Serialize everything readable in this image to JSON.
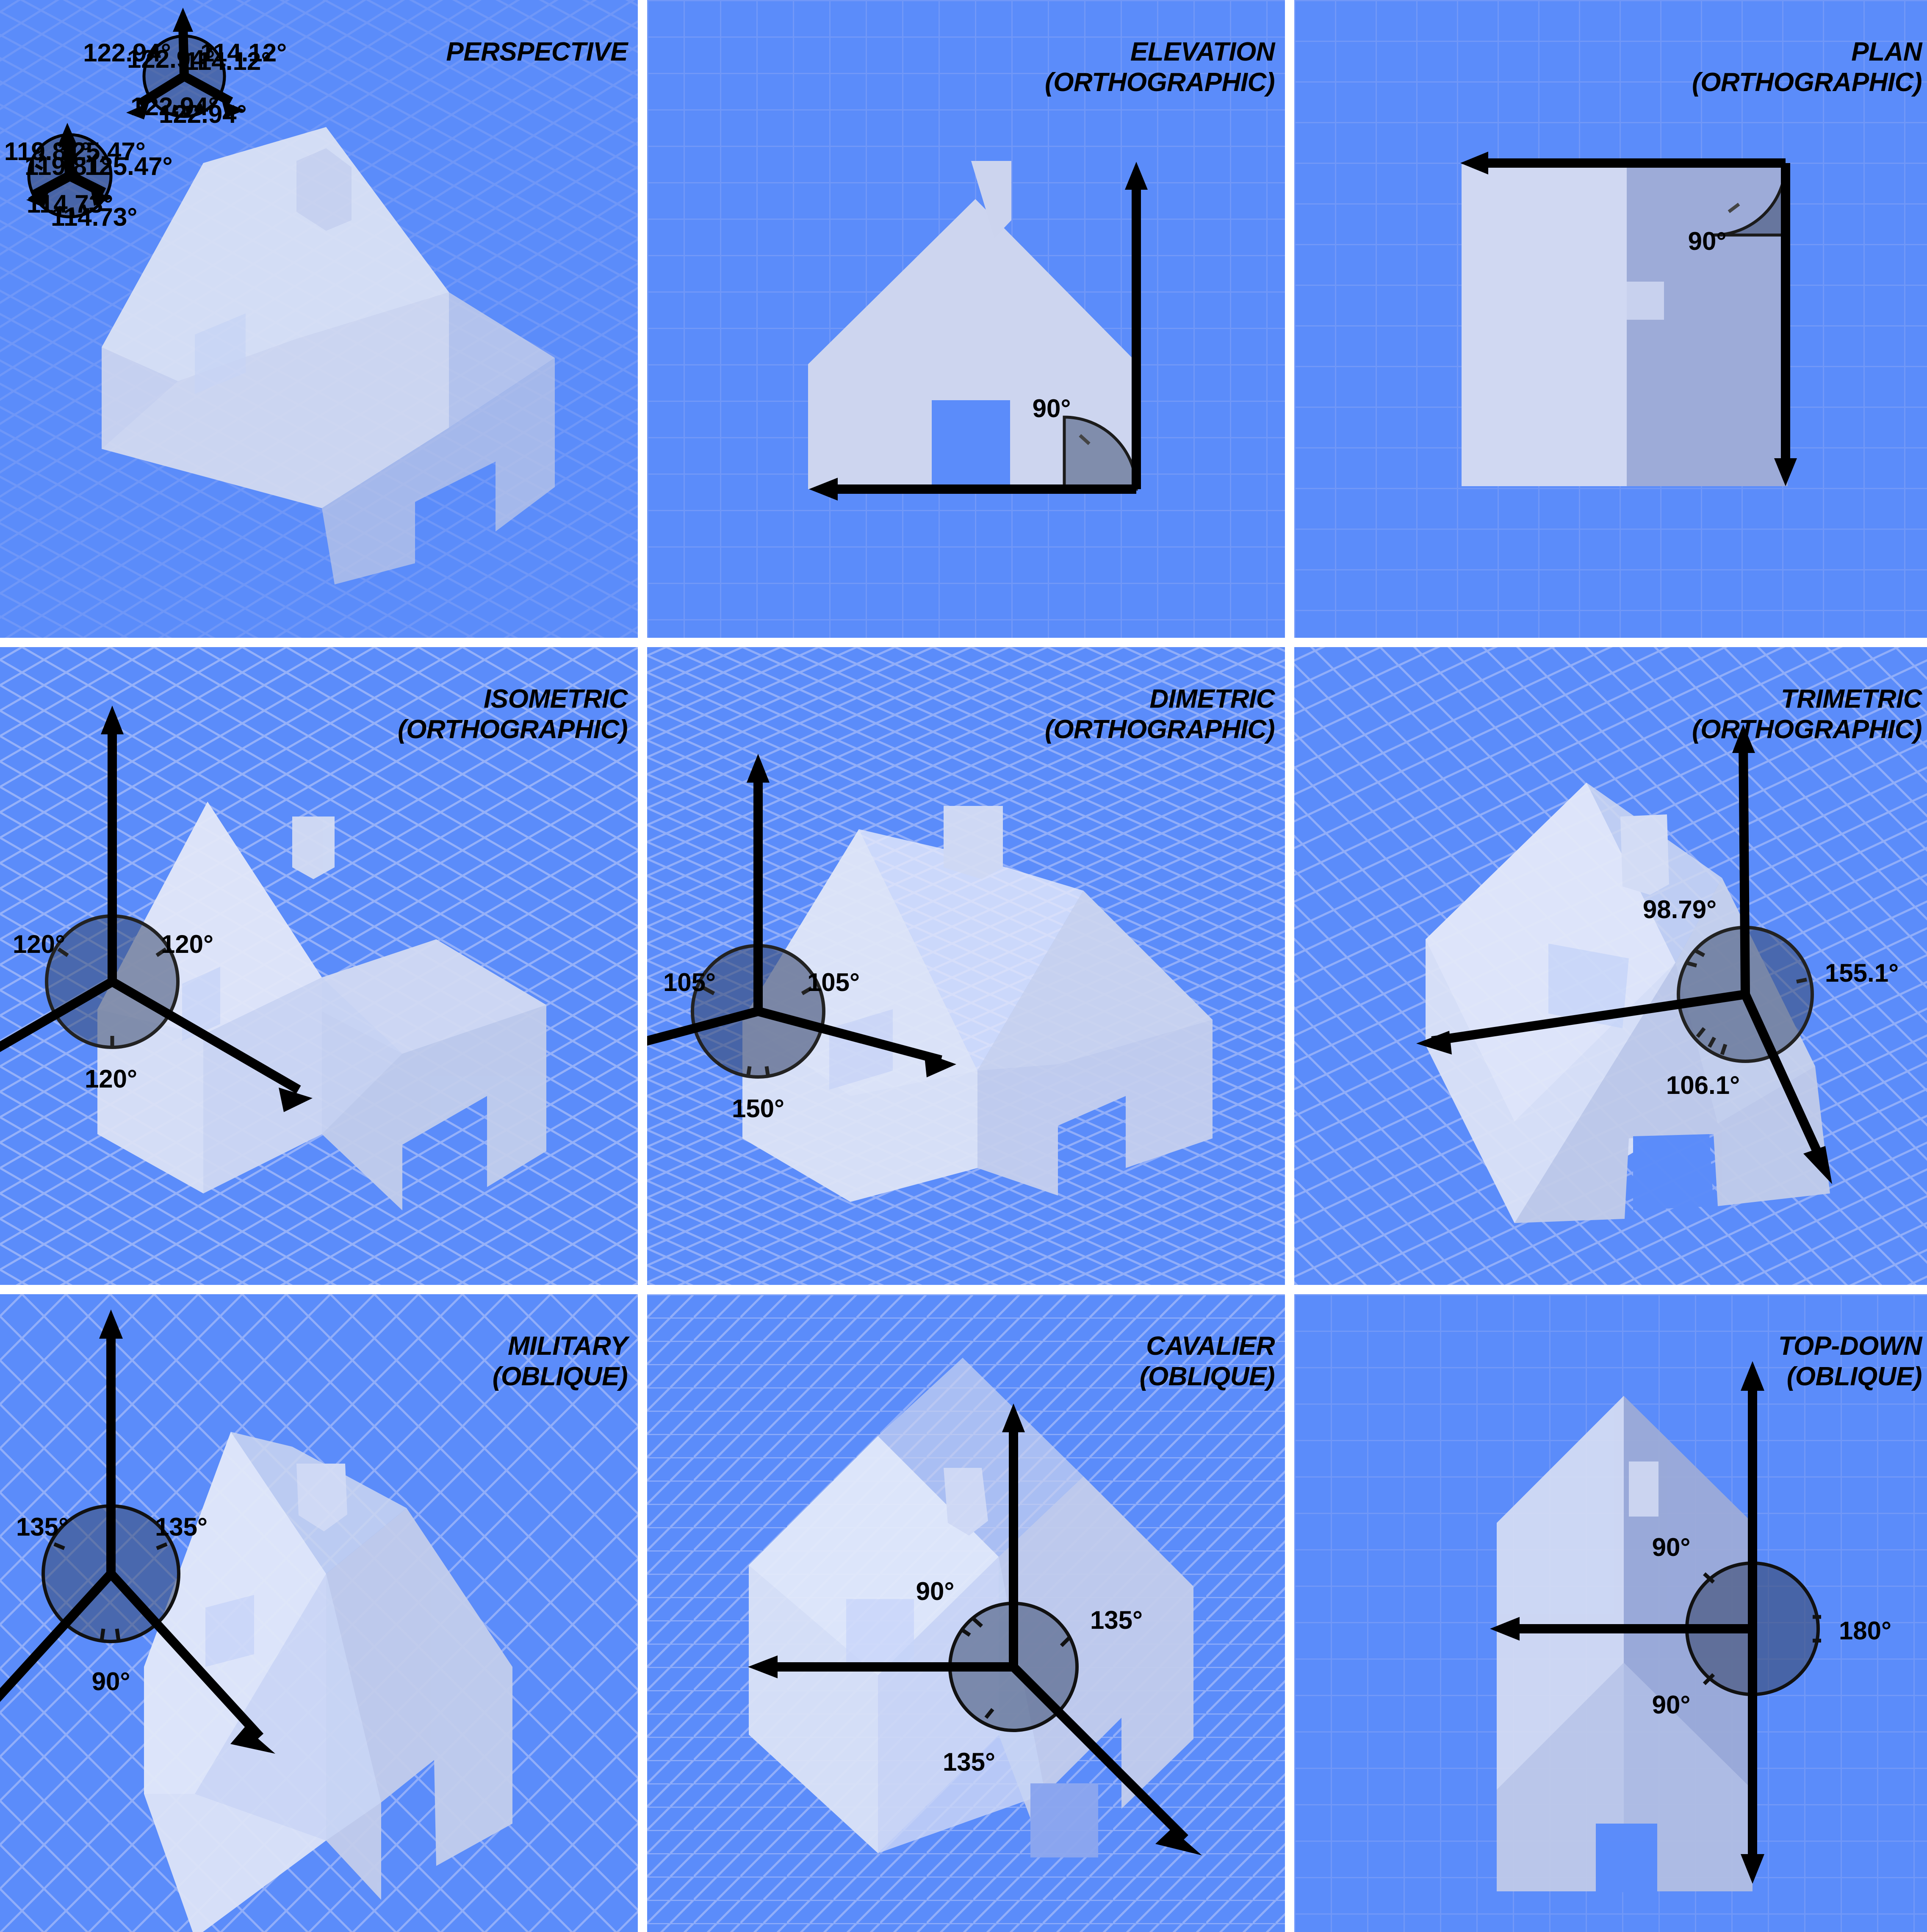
{
  "figure": {
    "kind": "projection-comparison-grid",
    "background_color": "#5b8cfa",
    "grid_line_color": "#7fa0f7",
    "house_color": "#d7ddf2",
    "axis_color": "#000000",
    "arc_circle_fill": "#3a4a70",
    "degree_symbol": "°"
  },
  "panels": [
    {
      "id": "perspective",
      "title_line1": "PERSPECTIVE",
      "title_line2": "",
      "grid_style": "isometric",
      "gizmos": [
        {
          "id": "upper-gizmo",
          "labels": [
            "122.94°",
            "114.12°",
            "122.94°"
          ],
          "label_left": "122.94°",
          "label_right": "114.12°",
          "label_bottom": "122.94°"
        },
        {
          "id": "lower-gizmo",
          "labels": [
            "119.81°",
            "125.47°",
            "114.73°"
          ],
          "label_left": "119.81°",
          "label_right": "125.47°",
          "label_bottom": "114.73°"
        }
      ]
    },
    {
      "id": "elevation",
      "title_line1": "ELEVATION",
      "title_line2": "(ORTHOGRAPHIC)",
      "grid_style": "square",
      "gizmos": [
        {
          "id": "corner-gizmo",
          "labels": [
            "90°"
          ],
          "label_corner": "90°"
        }
      ]
    },
    {
      "id": "plan",
      "title_line1": "PLAN",
      "title_line2": "(ORTHOGRAPHIC)",
      "grid_style": "square",
      "gizmos": [
        {
          "id": "corner-gizmo",
          "labels": [
            "90°"
          ],
          "label_corner": "90°"
        }
      ]
    },
    {
      "id": "isometric",
      "title_line1": "ISOMETRIC",
      "title_line2": "(ORTHOGRAPHIC)",
      "grid_style": "isometric",
      "gizmos": [
        {
          "id": "axis-gizmo",
          "labels": [
            "120°",
            "120°",
            "120°"
          ],
          "label_left": "120°",
          "label_right": "120°",
          "label_bottom": "120°"
        }
      ]
    },
    {
      "id": "dimetric",
      "title_line1": "DIMETRIC",
      "title_line2": "(ORTHOGRAPHIC)",
      "grid_style": "isometric-flat",
      "gizmos": [
        {
          "id": "axis-gizmo",
          "labels": [
            "105°",
            "105°",
            "150°"
          ],
          "label_left": "105°",
          "label_right": "105°",
          "label_bottom": "150°"
        }
      ]
    },
    {
      "id": "trimetric",
      "title_line1": "TRIMETRIC",
      "title_line2": "(ORTHOGRAPHIC)",
      "grid_style": "isometric-tilted",
      "gizmos": [
        {
          "id": "axis-gizmo",
          "labels": [
            "98.79°",
            "155.1°",
            "106.1°"
          ],
          "label_left": "98.79°",
          "label_right": "155.1°",
          "label_bottom": "106.1°"
        }
      ]
    },
    {
      "id": "military",
      "title_line1": "MILITARY",
      "title_line2": "(OBLIQUE)",
      "grid_style": "diagonal",
      "gizmos": [
        {
          "id": "axis-gizmo",
          "labels": [
            "135°",
            "135°",
            "90°"
          ],
          "label_left": "135°",
          "label_right": "135°",
          "label_bottom": "90°"
        }
      ]
    },
    {
      "id": "cavalier",
      "title_line1": "CAVALIER",
      "title_line2": "(OBLIQUE)",
      "grid_style": "cavalier",
      "gizmos": [
        {
          "id": "axis-gizmo",
          "labels": [
            "90°",
            "135°",
            "135°"
          ],
          "label_left": "90°",
          "label_right": "135°",
          "label_bottom": "135°"
        }
      ]
    },
    {
      "id": "topdown",
      "title_line1": "TOP-DOWN",
      "title_line2": "(OBLIQUE)",
      "grid_style": "square",
      "gizmos": [
        {
          "id": "axis-gizmo",
          "labels": [
            "90°",
            "180°",
            "90°"
          ],
          "label_left": "90°",
          "label_right": "180°",
          "label_bottom": "90°"
        }
      ]
    }
  ]
}
